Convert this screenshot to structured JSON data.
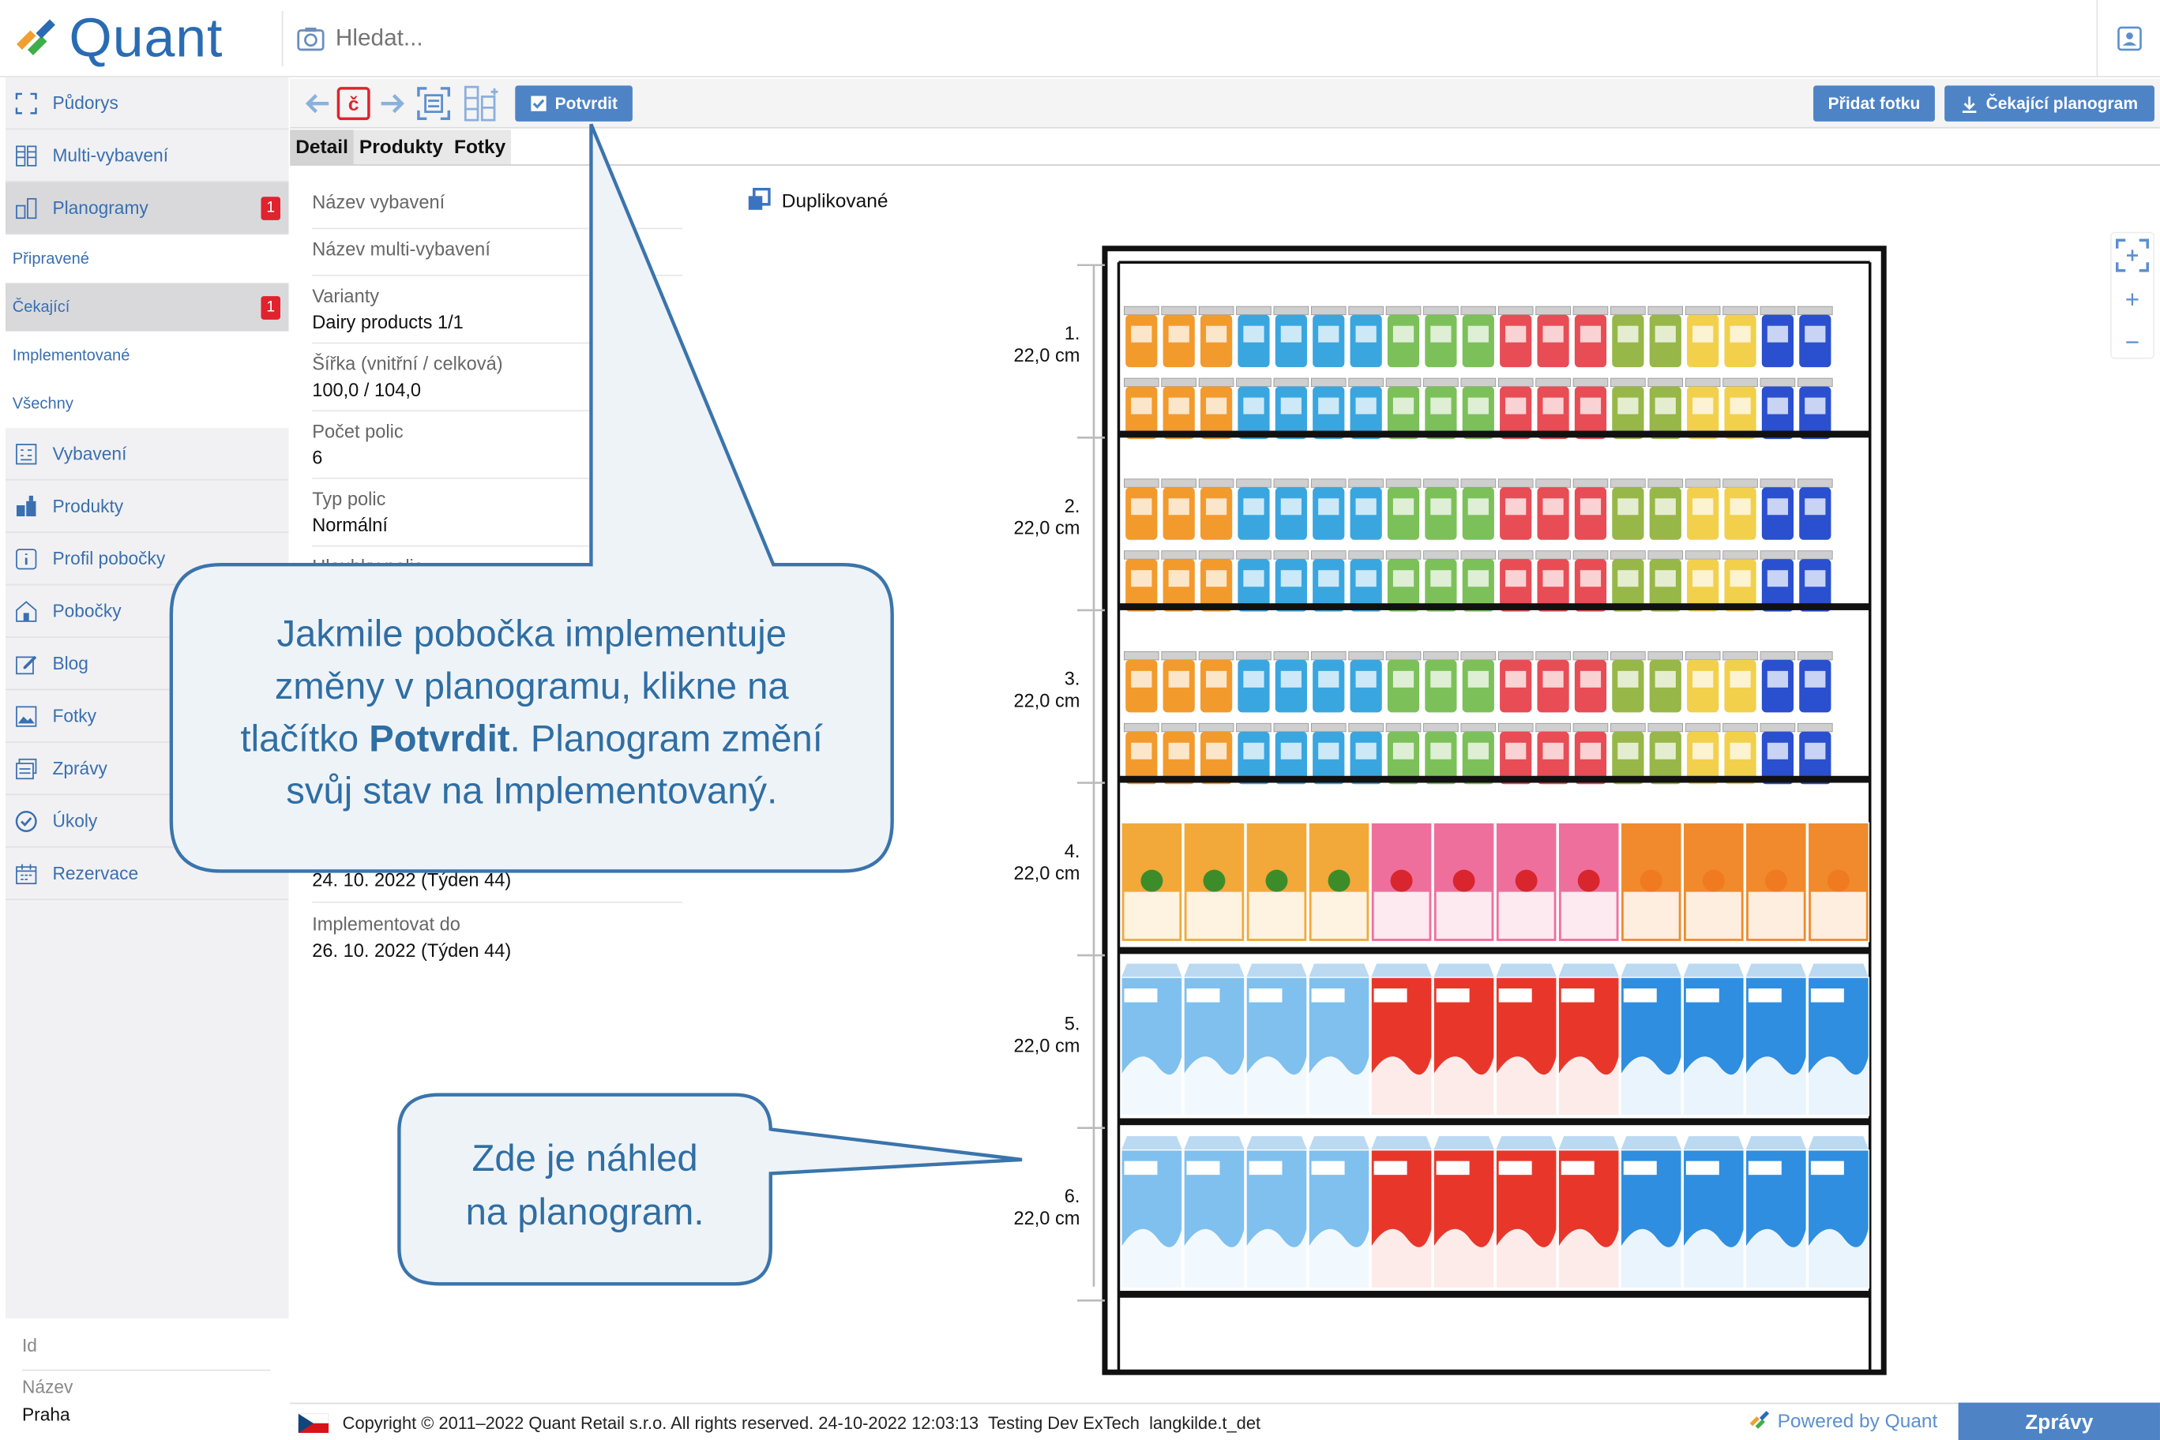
{
  "app": {
    "name": "Quant"
  },
  "search": {
    "placeholder": "Hledat..."
  },
  "sidebar": {
    "items": [
      {
        "label": "Půdorys",
        "icon": "floorplan-icon"
      },
      {
        "label": "Multi-vybavení",
        "icon": "multi-equipment-icon"
      },
      {
        "label": "Planogramy",
        "icon": "planogram-icon",
        "badge": "1"
      },
      {
        "label": "Vybavení",
        "icon": "equipment-icon"
      },
      {
        "label": "Produkty",
        "icon": "products-icon"
      },
      {
        "label": "Profil pobočky",
        "icon": "info-icon"
      },
      {
        "label": "Pobočky",
        "icon": "store-icon"
      },
      {
        "label": "Blog",
        "icon": "blog-icon"
      },
      {
        "label": "Fotky",
        "icon": "photo-icon"
      },
      {
        "label": "Zprávy",
        "icon": "messages-icon"
      },
      {
        "label": "Úkoly",
        "icon": "tasks-icon"
      },
      {
        "label": "Rezervace",
        "icon": "calendar-icon"
      }
    ],
    "subitems": [
      {
        "label": "Připravené"
      },
      {
        "label": "Čekající",
        "badge": "1"
      },
      {
        "label": "Implementované"
      },
      {
        "label": "Všechny"
      }
    ],
    "bottom": {
      "id_label": "Id",
      "name_label": "Název",
      "name_value": "Praha"
    }
  },
  "toolbar": {
    "cz_label": "č",
    "confirm": "Potvrdit",
    "add_photo": "Přidat fotku",
    "waiting_planogram": "Čekající planogram"
  },
  "tabs": [
    "Detail",
    "Produkty",
    "Fotky"
  ],
  "detail": {
    "rows": [
      {
        "label": "Název vybavení",
        "value": ""
      },
      {
        "label": "Název multi-vybavení",
        "value": ""
      },
      {
        "label": "Varianty",
        "value": "Dairy products 1/1"
      },
      {
        "label": "Šířka (vnitřní / celková)",
        "value": "100,0 / 104,0"
      },
      {
        "label": "Počet polic",
        "value": "6"
      },
      {
        "label": "Typ polic",
        "value": "Normální"
      },
      {
        "label": "Hloubky polic",
        "value": ""
      }
    ],
    "date_start": "24. 10. 2022 (Týden 44)",
    "implement_label": "Implementovat do",
    "implement_value": "26. 10. 2022 (Týden 44)"
  },
  "planogram": {
    "duplicate_label": "Duplikované",
    "shelves": [
      {
        "num": "1.",
        "height": "22,0 cm"
      },
      {
        "num": "2.",
        "height": "22,0 cm"
      },
      {
        "num": "3.",
        "height": "22,0 cm"
      },
      {
        "num": "4.",
        "height": "22,0 cm"
      },
      {
        "num": "5.",
        "height": "22,0 cm"
      },
      {
        "num": "6.",
        "height": "22,0 cm"
      }
    ]
  },
  "callouts": {
    "main_line1": "Jakmile pobočka implementuje",
    "main_line2": "změny v planogramu, klikne na",
    "main_line3_pre": "tlačítko ",
    "main_line3_bold": "Potvrdit",
    "main_line3_post": ". Planogram změní",
    "main_line4": "svůj stav na Implementovaný.",
    "preview_line1": "Zde je náhled",
    "preview_line2": "na planogram."
  },
  "footer": {
    "copyright": "Copyright © 2011–2022 Quant Retail s.r.o. All rights reserved. 24-10-2022 12:03:13  Testing Dev ExTech  langkilde.t_det",
    "powered": "Powered by Quant",
    "messages": "Zprávy"
  },
  "colors": {
    "accent": "#4e84c6",
    "brand": "#2a6cb3",
    "badge": "#e0232e",
    "callout_border": "#3a74ac",
    "callout_fill": "#eef3f8"
  }
}
